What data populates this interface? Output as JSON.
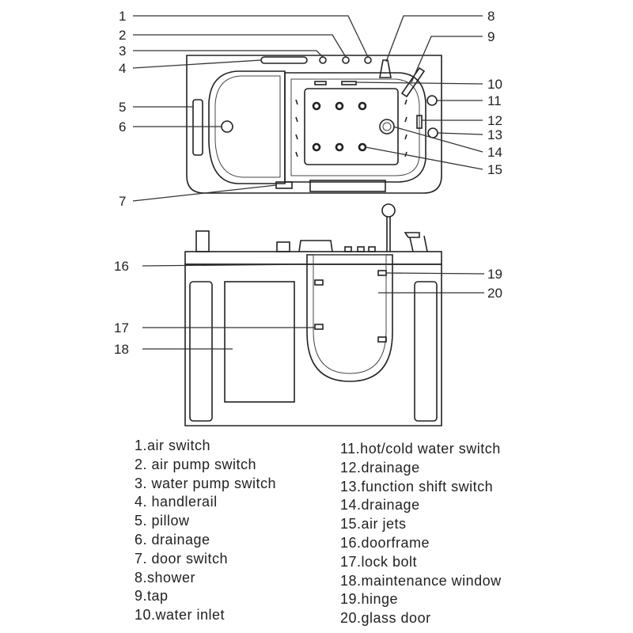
{
  "callouts": [
    "1",
    "2",
    "3",
    "4",
    "5",
    "6",
    "7",
    "8",
    "9",
    "10",
    "11",
    "12",
    "13",
    "14",
    "15",
    "16",
    "17",
    "18",
    "19",
    "20"
  ],
  "legend_left": [
    "1.air  switch",
    "2. air  pump  switch",
    "3. water  pump  switch",
    "4. handlerail",
    "5. pillow",
    "6. drainage",
    "7. door switch",
    "8.shower",
    "9.tap",
    "10.water inlet"
  ],
  "legend_right": [
    "11.hot/cold water switch",
    "12.drainage",
    "13.function shift switch",
    "14.drainage",
    "15.air jets",
    "16.doorframe",
    "17.lock bolt",
    "18.maintenance window",
    "19.hinge",
    "20.glass door"
  ]
}
